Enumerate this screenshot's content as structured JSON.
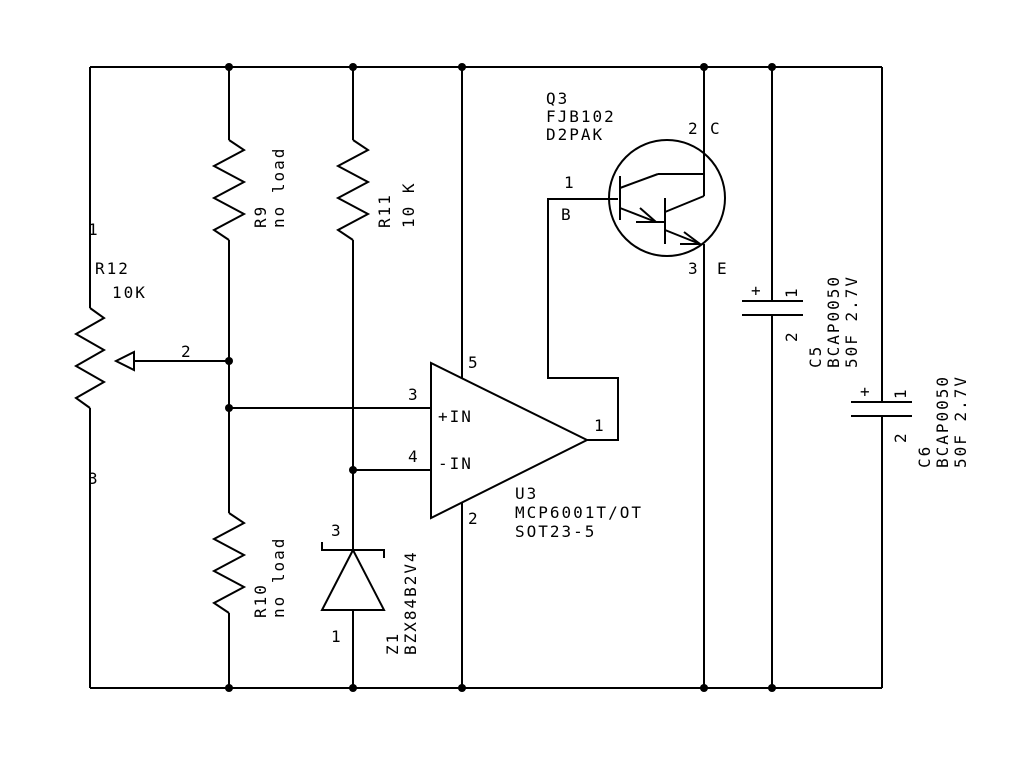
{
  "colors": {
    "ink": "#000000",
    "background": "#ffffff"
  },
  "r12": {
    "ref": "R12",
    "value": "10K",
    "pin1": "1",
    "pin2": "2",
    "pin3": "3"
  },
  "r9": {
    "ref": "R9",
    "value": "no load"
  },
  "r10": {
    "ref": "R10",
    "value": "no load"
  },
  "r11": {
    "ref": "R11",
    "value": "10 K"
  },
  "z1": {
    "ref": "Z1",
    "part": "BZX84B2V4",
    "pin1": "1",
    "pin3": "3"
  },
  "u3": {
    "ref": "U3",
    "part": "MCP6001T/OT",
    "package": "SOT23-5",
    "pin_plus": "3",
    "pin_minus": "4",
    "pin_out": "1",
    "pin_vdd": "5",
    "pin_vss": "2",
    "plus_label": "+IN",
    "minus_label": "-IN"
  },
  "q3": {
    "ref": "Q3",
    "part": "FJB102",
    "package": "D2PAK",
    "pin_b": "1",
    "pin_c": "2",
    "pin_e": "3",
    "label_b": "B",
    "label_c": "C",
    "label_e": "E"
  },
  "c5": {
    "ref": "C5",
    "part": "BCAP0050",
    "value": "50F 2.7V",
    "pin1": "1",
    "pin2": "2",
    "polarity": "+"
  },
  "c6": {
    "ref": "C6",
    "part": "BCAP0050",
    "value": "50F 2.7V",
    "pin1": "1",
    "pin2": "2",
    "polarity": "+"
  }
}
